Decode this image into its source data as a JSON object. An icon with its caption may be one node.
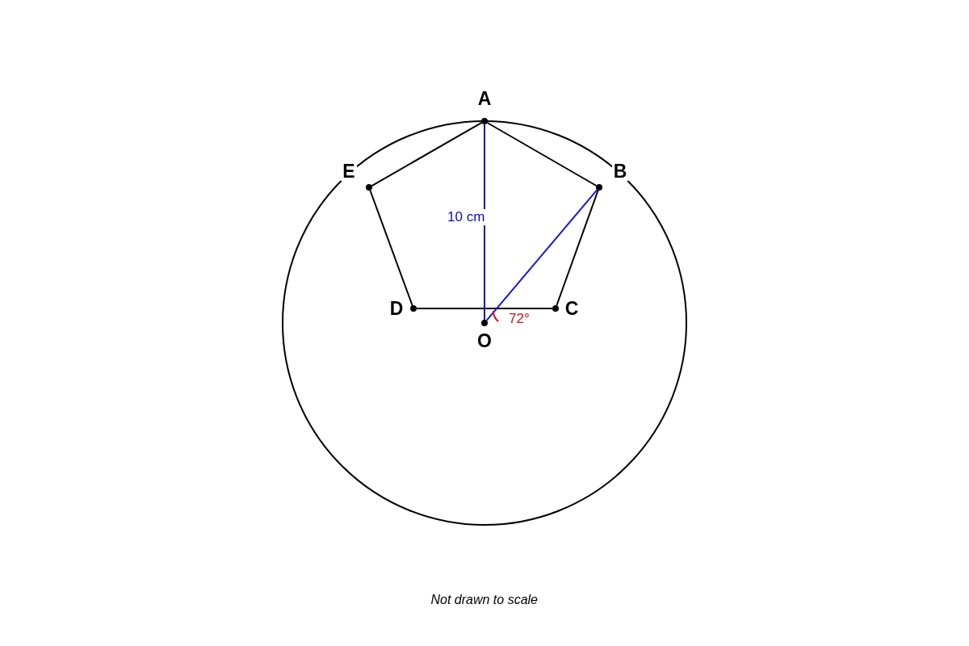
{
  "diagram": {
    "caption": "Not drawn to scale",
    "nodes": [
      {
        "text": [],
        "shape": "circle"
      },
      {
        "text": [
          "A"
        ]
      },
      {
        "text": [
          "E"
        ],
        "in": 0
      },
      {
        "text": [
          "B"
        ],
        "in": 0
      },
      {
        "text": [
          "D"
        ],
        "in": 0
      },
      {
        "text": [
          "C"
        ],
        "in": 0
      },
      {
        "text": [
          "O"
        ],
        "in": 0
      }
    ],
    "edges": [
      {
        "from": 1,
        "to": 3,
        "arrow": "none"
      },
      {
        "from": 3,
        "to": 5,
        "arrow": "none"
      },
      {
        "from": 5,
        "to": 4,
        "arrow": "none"
      },
      {
        "from": 4,
        "to": 2,
        "arrow": "none"
      },
      {
        "from": 2,
        "to": 1,
        "arrow": "none"
      },
      {
        "from": 6,
        "to": 1,
        "arrow": "none",
        "label": "10 cm",
        "color": "#0a0ab4"
      },
      {
        "from": 6,
        "to": 3,
        "arrow": "none",
        "color": "#1414e6"
      }
    ],
    "labels": [
      "72°"
    ]
  }
}
